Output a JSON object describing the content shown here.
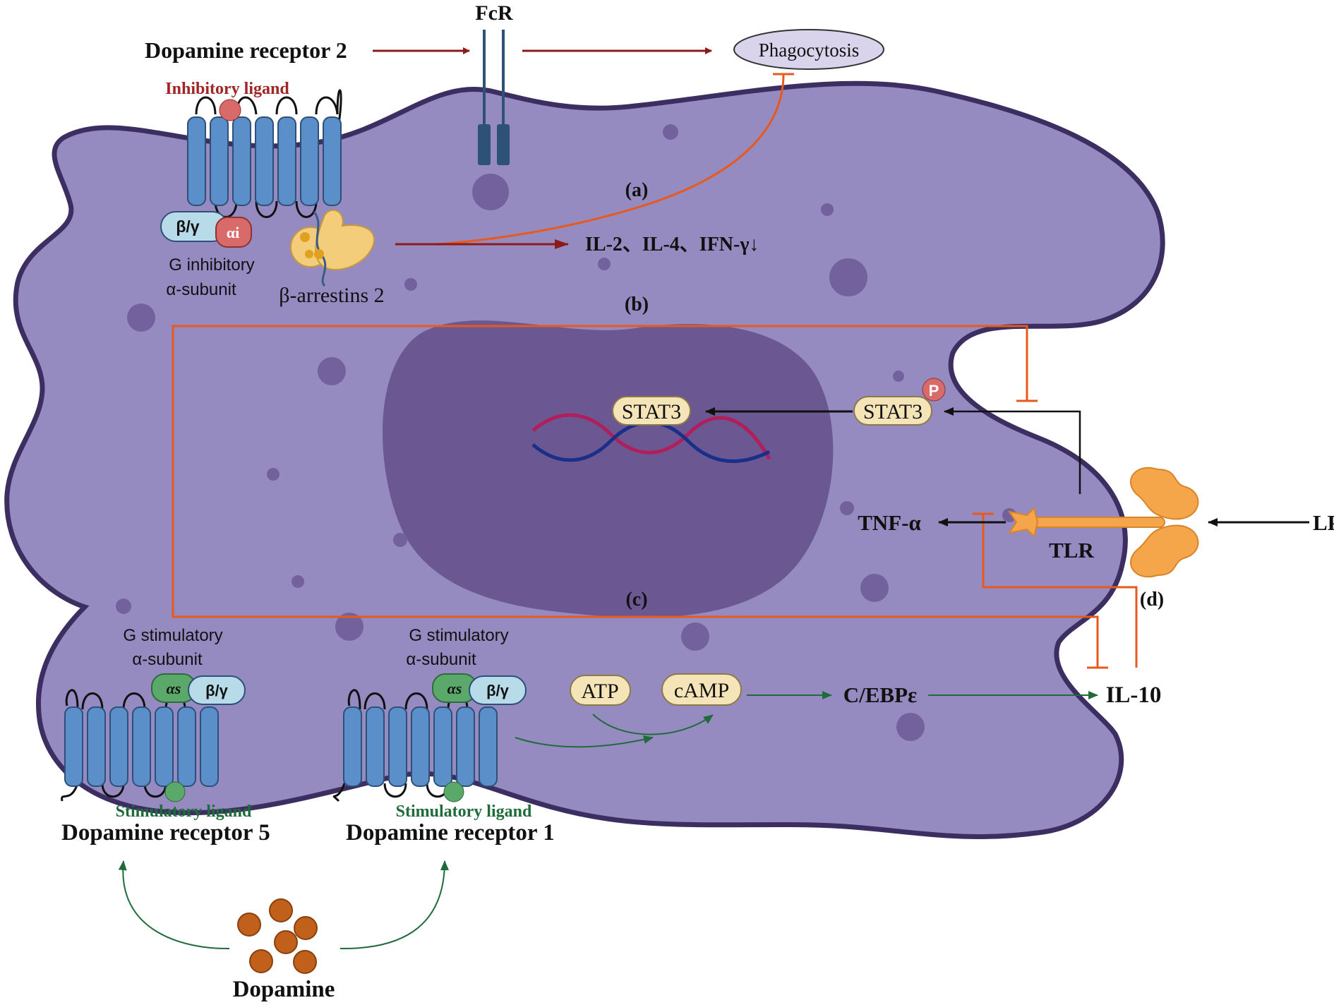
{
  "labels": {
    "fcr": "FcR",
    "dopamine_receptor_2": "Dopamine receptor 2",
    "phagocytosis": "Phagocytosis",
    "inhibitory_ligand": "Inhibitory ligand",
    "beta_gamma": "β/γ",
    "alpha_i": "αi",
    "g_inhibitory_1": "G inhibitory",
    "g_inhibitory_2": "α-subunit",
    "beta_arrestins": "β-arrestins 2",
    "label_a": "(a)",
    "label_b": "(b)",
    "label_c": "(c)",
    "label_d": "(d)",
    "cytokines": "IL-2、IL-4、IFN-γ↓",
    "stat3": "STAT3",
    "phospho": "P",
    "tnf": "TNF-α",
    "tlr": "TLR",
    "lps": "LPS",
    "g_stimulatory_1": "G stimulatory",
    "g_stimulatory_2": "α-subunit",
    "alpha_s": "αs",
    "atp": "ATP",
    "camp": "cAMP",
    "cebp": "C/EBPε",
    "il10": "IL-10",
    "stimulatory_ligand": "Stimulatory ligand",
    "dopamine_receptor_5": "Dopamine receptor 5",
    "dopamine_receptor_1": "Dopamine receptor 1",
    "dopamine": "Dopamine"
  },
  "colors": {
    "cell_fill": "#958bc0",
    "cell_border": "#3d2e62",
    "nucleus": "#6b5892",
    "vesicle": "#72619d",
    "receptor": "#5b8fc9",
    "inhibition_line": "#e8591e",
    "dark_red_arrow": "#8b1a1a",
    "green_arrow": "#1f6b3a",
    "dopamine_dot": "#c0601a"
  }
}
